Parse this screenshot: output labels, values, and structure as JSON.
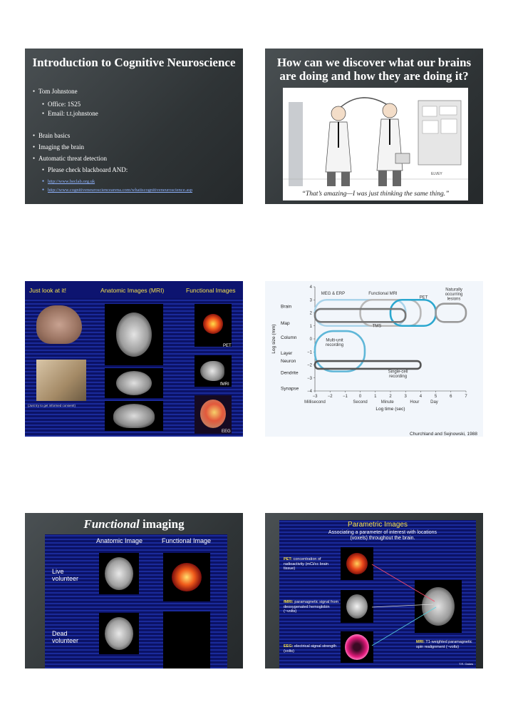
{
  "slide1": {
    "title": "Introduction to Cognitive Neuroscience",
    "bullets": [
      {
        "text": "Tom Johnstone",
        "level": 1
      },
      {
        "text": "Office: 1S25",
        "level": 2
      },
      {
        "text": "Email: t.t.johnstone",
        "level": 2
      },
      {
        "text": "Brain basics",
        "level": 1
      },
      {
        "text": "Imaging the brain",
        "level": 1
      },
      {
        "text": "Automatic threat detection",
        "level": 1
      },
      {
        "text": "Please check blackboard AND:",
        "level": 2
      },
      {
        "text": "http://www.beclab.org.uk",
        "level": 3
      },
      {
        "text": "http://www.cognitiveneurosciencearena.com/whatiscognitiveneuroscience.asp",
        "level": 3
      }
    ]
  },
  "slide2": {
    "title": "How can we discover what our brains are doing and how they are doing it?",
    "caption": "“That’s amazing—I was just thinking the same thing.”",
    "signature": "ELVEY"
  },
  "slide3": {
    "col1": "Just look at it!",
    "col2": "Anatomic Images (MRI)",
    "col3": "Functional Images",
    "small_note": "(Just try to get informed consent!)",
    "labels": {
      "pet": "PET",
      "fmri": "fMRI",
      "eeg": "EEG"
    }
  },
  "slide4": {
    "chart_data": {
      "type": "diagram",
      "xlabel": "Log time (sec)",
      "ylabel": "Log size (mm)",
      "x_ticks": [
        "−3",
        "−2",
        "−1",
        "0",
        "1",
        "2",
        "3",
        "4",
        "5",
        "6",
        "7"
      ],
      "y_ticks": [
        "4",
        "3",
        "2",
        "1",
        "0",
        "−1",
        "−2",
        "−3",
        "−4"
      ],
      "y_levels": [
        "Brain",
        "Map",
        "Column",
        "Layer",
        "Neuron",
        "Dendrite",
        "Synapse"
      ],
      "x_anchors": [
        "Millisecond",
        "Second",
        "Minute",
        "Hour",
        "Day"
      ],
      "regions": [
        {
          "name": "MEG & ERP",
          "x": [
            -3,
            3
          ],
          "y": [
            1,
            3
          ],
          "color": "#aad4ea"
        },
        {
          "name": "Functional MRI",
          "x": [
            0,
            4
          ],
          "y": [
            1,
            3
          ],
          "color": "#b8b8b8"
        },
        {
          "name": "PET",
          "x": [
            2,
            5
          ],
          "y": [
            1,
            3
          ],
          "color": "#2aa7cf"
        },
        {
          "name": "Naturally occurring lesions",
          "x": [
            5,
            7
          ],
          "y": [
            1.3,
            2.7
          ],
          "color": "#9a9a9a"
        },
        {
          "name": "TMS",
          "x": [
            -3,
            3
          ],
          "y": [
            1.3,
            2.3
          ],
          "color": "#777777"
        },
        {
          "name": "Multi-unit recording",
          "x": [
            -3,
            0.3
          ],
          "y": [
            -2.5,
            0.6
          ],
          "color": "#5fb7d8"
        },
        {
          "name": "Single-cell recording",
          "x": [
            -3,
            4
          ],
          "y": [
            -2.3,
            -1.7
          ],
          "color": "#555555"
        }
      ],
      "citation": "Churchland and Sejnowski, 1988"
    }
  },
  "slide5": {
    "title_italic": "Functional",
    "title_rest": " imaging",
    "col1": "Anatomic Image",
    "col2": "Functional Image",
    "row1": "Live volunteer",
    "row2": "Dead volunteer"
  },
  "slide6": {
    "title": "Parametric Images",
    "subtitle": "Associating a parameter of interest with locations (voxels) throughout the brain.",
    "pet_label": "PET:",
    "pet_text": "concentration of radioactivity (mCi/cc brain tissue)",
    "fmri_label": "fMRI:",
    "fmri_text": "paramagnetic signal from deoxygenated hemoglobin (~volts)",
    "eeg_label": "EEG:",
    "eeg_text": "electrical signal strength (volts)",
    "mri_label": "MRI:",
    "mri_text": "T1-weighted paramagnetic spin realignment (~volts)",
    "credit": "T.R. Oakes"
  }
}
